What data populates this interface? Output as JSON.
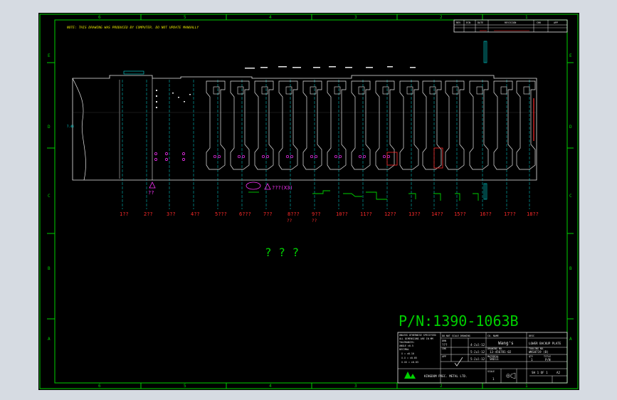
{
  "note": "NOTE: THIS DRAWING WAS PRODUCED BY COMPUTER. DO NOT UPDATE MANUALLY",
  "zone_numbers_top": [
    "6",
    "5",
    "4",
    "3",
    "2",
    "1"
  ],
  "zone_numbers_bottom": [
    "6",
    "5",
    "4",
    "3",
    "2",
    "1"
  ],
  "zone_letters_left": [
    "E",
    "D",
    "C",
    "B",
    "A"
  ],
  "zone_letters_right": [
    "E",
    "D",
    "C",
    "B",
    "A"
  ],
  "station_labels": [
    "1??",
    "2??",
    "3??",
    "4??",
    "5???",
    "6???",
    "7??",
    "8???",
    "9??",
    "10??",
    "11??",
    "12??",
    "13??",
    "14??",
    "15??",
    "16??",
    "17??",
    "18??"
  ],
  "station_sublabels": {
    "s8": "??",
    "s9": "??"
  },
  "annotations": {
    "left_triangle": "??",
    "mid_callout": "???(X3)",
    "center_text": "? ? ?",
    "stamp_value": "7.44"
  },
  "part_number": "P/N:1390-1063B",
  "revision_block": {
    "headers": [
      "REV",
      "ECN",
      "DATE",
      "REVISION",
      "CHK",
      "APP"
    ]
  },
  "title_block": {
    "notes": [
      "UNLESS OTHERWISE SPECIFIED",
      "ALL DIMENSIONS ARE IN MM",
      "TOLERANCES:",
      "ANGLE ±0.5",
      "DECIMAL",
      "X = ±0.10",
      "X.X = ±0.05",
      "X.XX = ±0.03"
    ],
    "do_not_scale": "DO NOT SCALE DRAWING",
    "co_name_label": "CO. NAME",
    "co_name": "Wang's",
    "desc_label": "DESC",
    "desc": "LOWER BACKUP PLATE",
    "drn_label": "DRN",
    "drn": "???",
    "drn_date": "4-Jul-12",
    "chk_label": "CHK",
    "chk_date": "5-Jul-12",
    "app_label": "APP",
    "app_date": "5-Jul-12",
    "drawing_no_label": "DRAWING NO.",
    "drawing_no": "13-456781-02",
    "tooling_no_label": "TOOLING NO.",
    "tooling_no": "WKS0719 (B)",
    "material_label": "MATERIAL",
    "material": "SKD11",
    "qty_label": "QTY",
    "qty": "1",
    "tittle_label": "TITLE",
    "title": "P/N",
    "company": "KINGDOM PREC. METAL LTD.",
    "scale_label": "SCALE",
    "scale": "1",
    "sheet": "SH 1 OF 1",
    "size": "A2"
  },
  "colors": {
    "frame": "#00d000",
    "outline": "#e8e8e8",
    "dims": "#00e0e0",
    "labels": "#ff2a2a",
    "magenta": "#ff33ff",
    "background": "#000000"
  }
}
